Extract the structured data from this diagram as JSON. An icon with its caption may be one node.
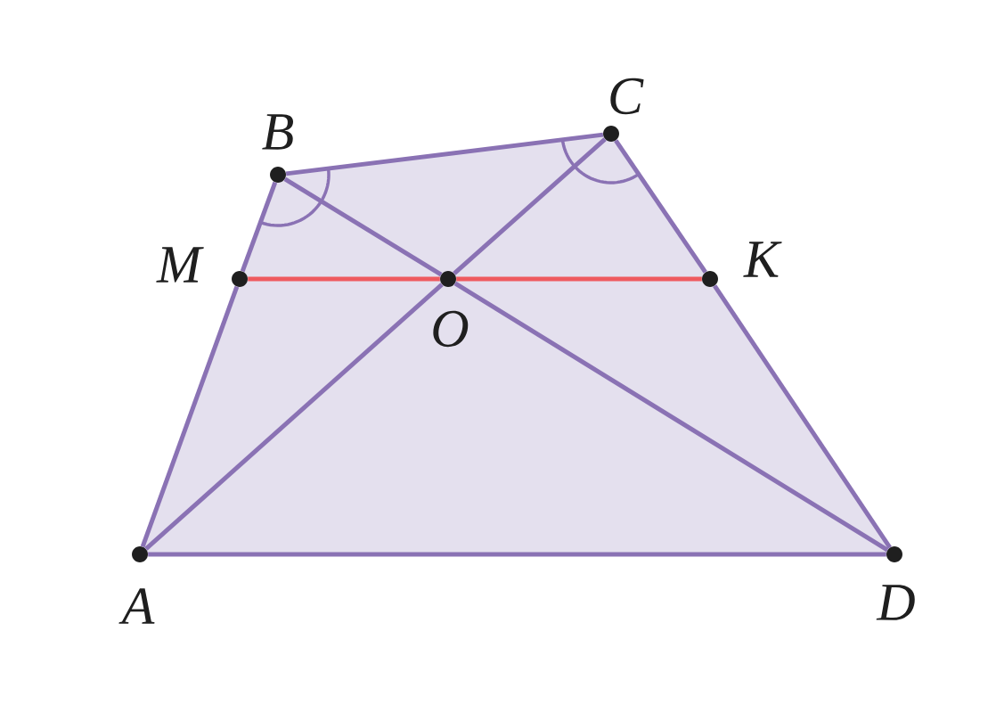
{
  "diagram": {
    "nodes": [
      {
        "text": [],
        "shape": "circle",
        "beside": [
          "B"
        ]
      },
      {
        "text": [],
        "shape": "circle",
        "beside": [
          "C"
        ]
      },
      {
        "text": [],
        "shape": "circle",
        "beside": [
          "M"
        ]
      },
      {
        "text": [],
        "shape": "circle",
        "beside": [
          "O"
        ]
      },
      {
        "text": [],
        "shape": "circle",
        "beside": [
          "K"
        ]
      },
      {
        "text": [],
        "shape": "circle",
        "beside": [
          "A"
        ]
      },
      {
        "text": [],
        "shape": "circle",
        "beside": [
          "D"
        ]
      }
    ],
    "edges": [
      {
        "from": 5,
        "to": 2,
        "arrow": "none"
      },
      {
        "from": 2,
        "to": 0,
        "arrow": "none"
      },
      {
        "from": 0,
        "to": 1,
        "arrow": "none"
      },
      {
        "from": 1,
        "to": 4,
        "arrow": "none"
      },
      {
        "from": 4,
        "to": 6,
        "arrow": "none"
      },
      {
        "from": 5,
        "to": 6,
        "arrow": "none"
      },
      {
        "from": 5,
        "to": 3,
        "arrow": "none"
      },
      {
        "from": 3,
        "to": 1,
        "arrow": "none"
      },
      {
        "from": 0,
        "to": 3,
        "arrow": "none"
      },
      {
        "from": 3,
        "to": 6,
        "arrow": "none"
      },
      {
        "from": 2,
        "to": 3,
        "arrow": "none",
        "color": "#ef5a5f"
      },
      {
        "from": 3,
        "to": 4,
        "arrow": "none",
        "color": "#ef5a5f"
      }
    ]
  }
}
